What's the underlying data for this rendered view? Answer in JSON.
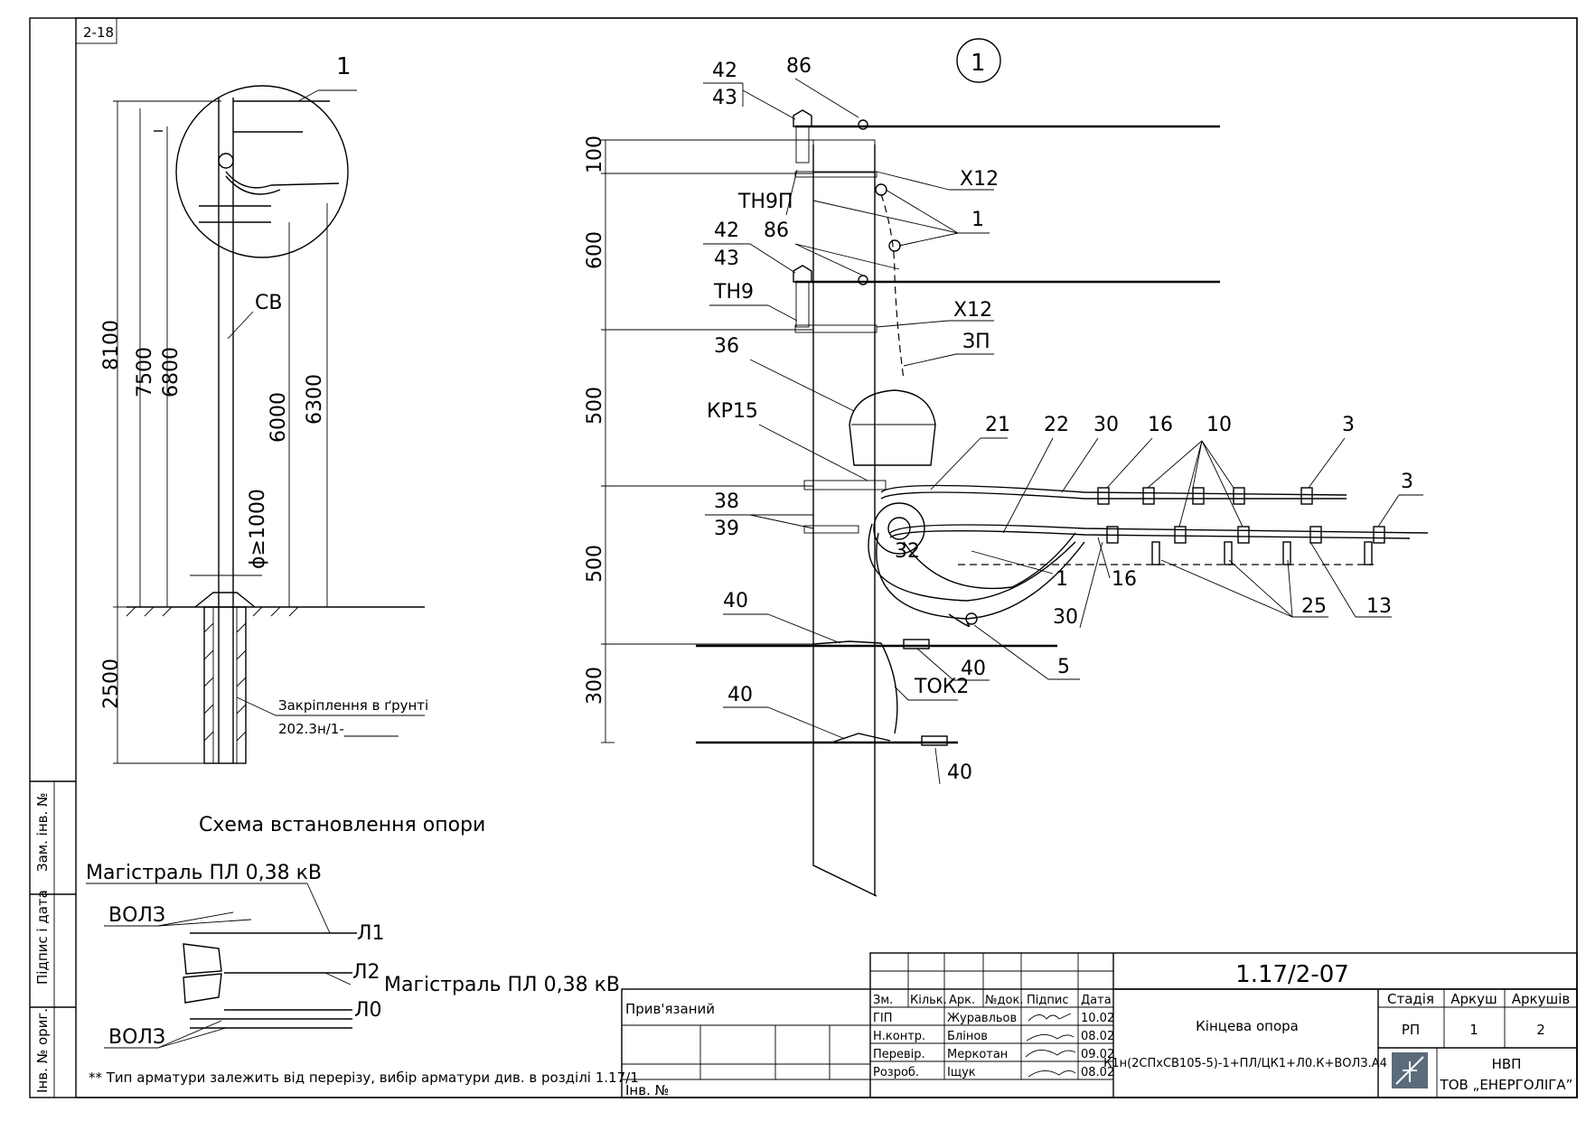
{
  "sheet": {
    "corner_code": "2-18",
    "detail_ref_left": "1",
    "detail_ref_circle": "1"
  },
  "left_scheme": {
    "dims": [
      "8100",
      "7500",
      "6800",
      "6000",
      "6300",
      "2500"
    ],
    "hole_label": "ϕ≥1000",
    "pole_label": "СВ",
    "ground_fixing_label": "Закріплення в ґрунті",
    "ground_fixing_code": "202.3н/1-________",
    "caption": "Схема встановлення опори"
  },
  "plan_view": {
    "trunk_top_label": "Магістраль ПЛ 0,38 кВ",
    "trunk_right_label": "Магістраль ПЛ 0,38 кВ",
    "vols_top": "ВОЛЗ",
    "vols_bottom": "ВОЛЗ",
    "l1": "Л1",
    "l2": "Л2",
    "l0": "Л0",
    "note": "** Тип арматури залежить від перерізу, вибір арматури див. в розділі 1.17/1"
  },
  "main_detail": {
    "vertical_dims": [
      "100",
      "600",
      "500",
      "500",
      "300"
    ],
    "labels": {
      "p42a": "42",
      "p43a": "43",
      "p86a": "86",
      "x12a": "Х12",
      "tn9p": "ТН9П",
      "p1a": "1",
      "p42b": "42",
      "p43b": "43",
      "p86b": "86",
      "tn9": "ТН9",
      "x12b": "Х12",
      "zp": "ЗП",
      "p36": "36",
      "kr15": "КР15",
      "p21": "21",
      "p22": "22",
      "p30a": "30",
      "p16a": "16",
      "p10": "10",
      "p3a": "3",
      "p3b": "3",
      "p38": "38",
      "p39": "39",
      "p32": "32",
      "p1b": "1",
      "p16b": "16",
      "p30b": "30",
      "p25": "25",
      "p13": "13",
      "p40a": "40",
      "p40b": "40",
      "p5": "5",
      "tok2": "ТОК2",
      "p40c": "40",
      "p40d": "40"
    }
  },
  "side_stamp": {
    "zam": "Зам. інв. №",
    "sign": "Підпис і дата",
    "inv": "Інв. № ориг."
  },
  "title_block": {
    "code": "1.17/2-07",
    "linked": "Прив'язаний",
    "inv_no": "Інв. №",
    "headers": [
      "Зм.",
      "Кільк.",
      "Арк.",
      "№док.",
      "Підпис",
      "Дата"
    ],
    "rows": [
      {
        "role": "ГІП",
        "name": "Журавльов",
        "date": "10.02"
      },
      {
        "role": "Н.контр.",
        "name": "Блінов",
        "date": "08.02"
      },
      {
        "role": "Перевір.",
        "name": "Меркотан",
        "date": "09.02"
      },
      {
        "role": "Розроб.",
        "name": "Іщук",
        "date": "08.02"
      }
    ],
    "title": "Кінцева опора",
    "subtitle": "К1н(2СПхСВ105-5)-1+ПЛ/ЦК1+Л0.К+ВОЛЗ.А4",
    "stage_hdr": "Стадія",
    "sheet_hdr": "Аркуш",
    "sheets_hdr": "Аркушів",
    "stage": "РП",
    "sheet_no": "1",
    "sheets_total": "2",
    "org_line1": "НВП",
    "org_line2": "ТОВ „ЕНЕРГОЛІГА”"
  }
}
